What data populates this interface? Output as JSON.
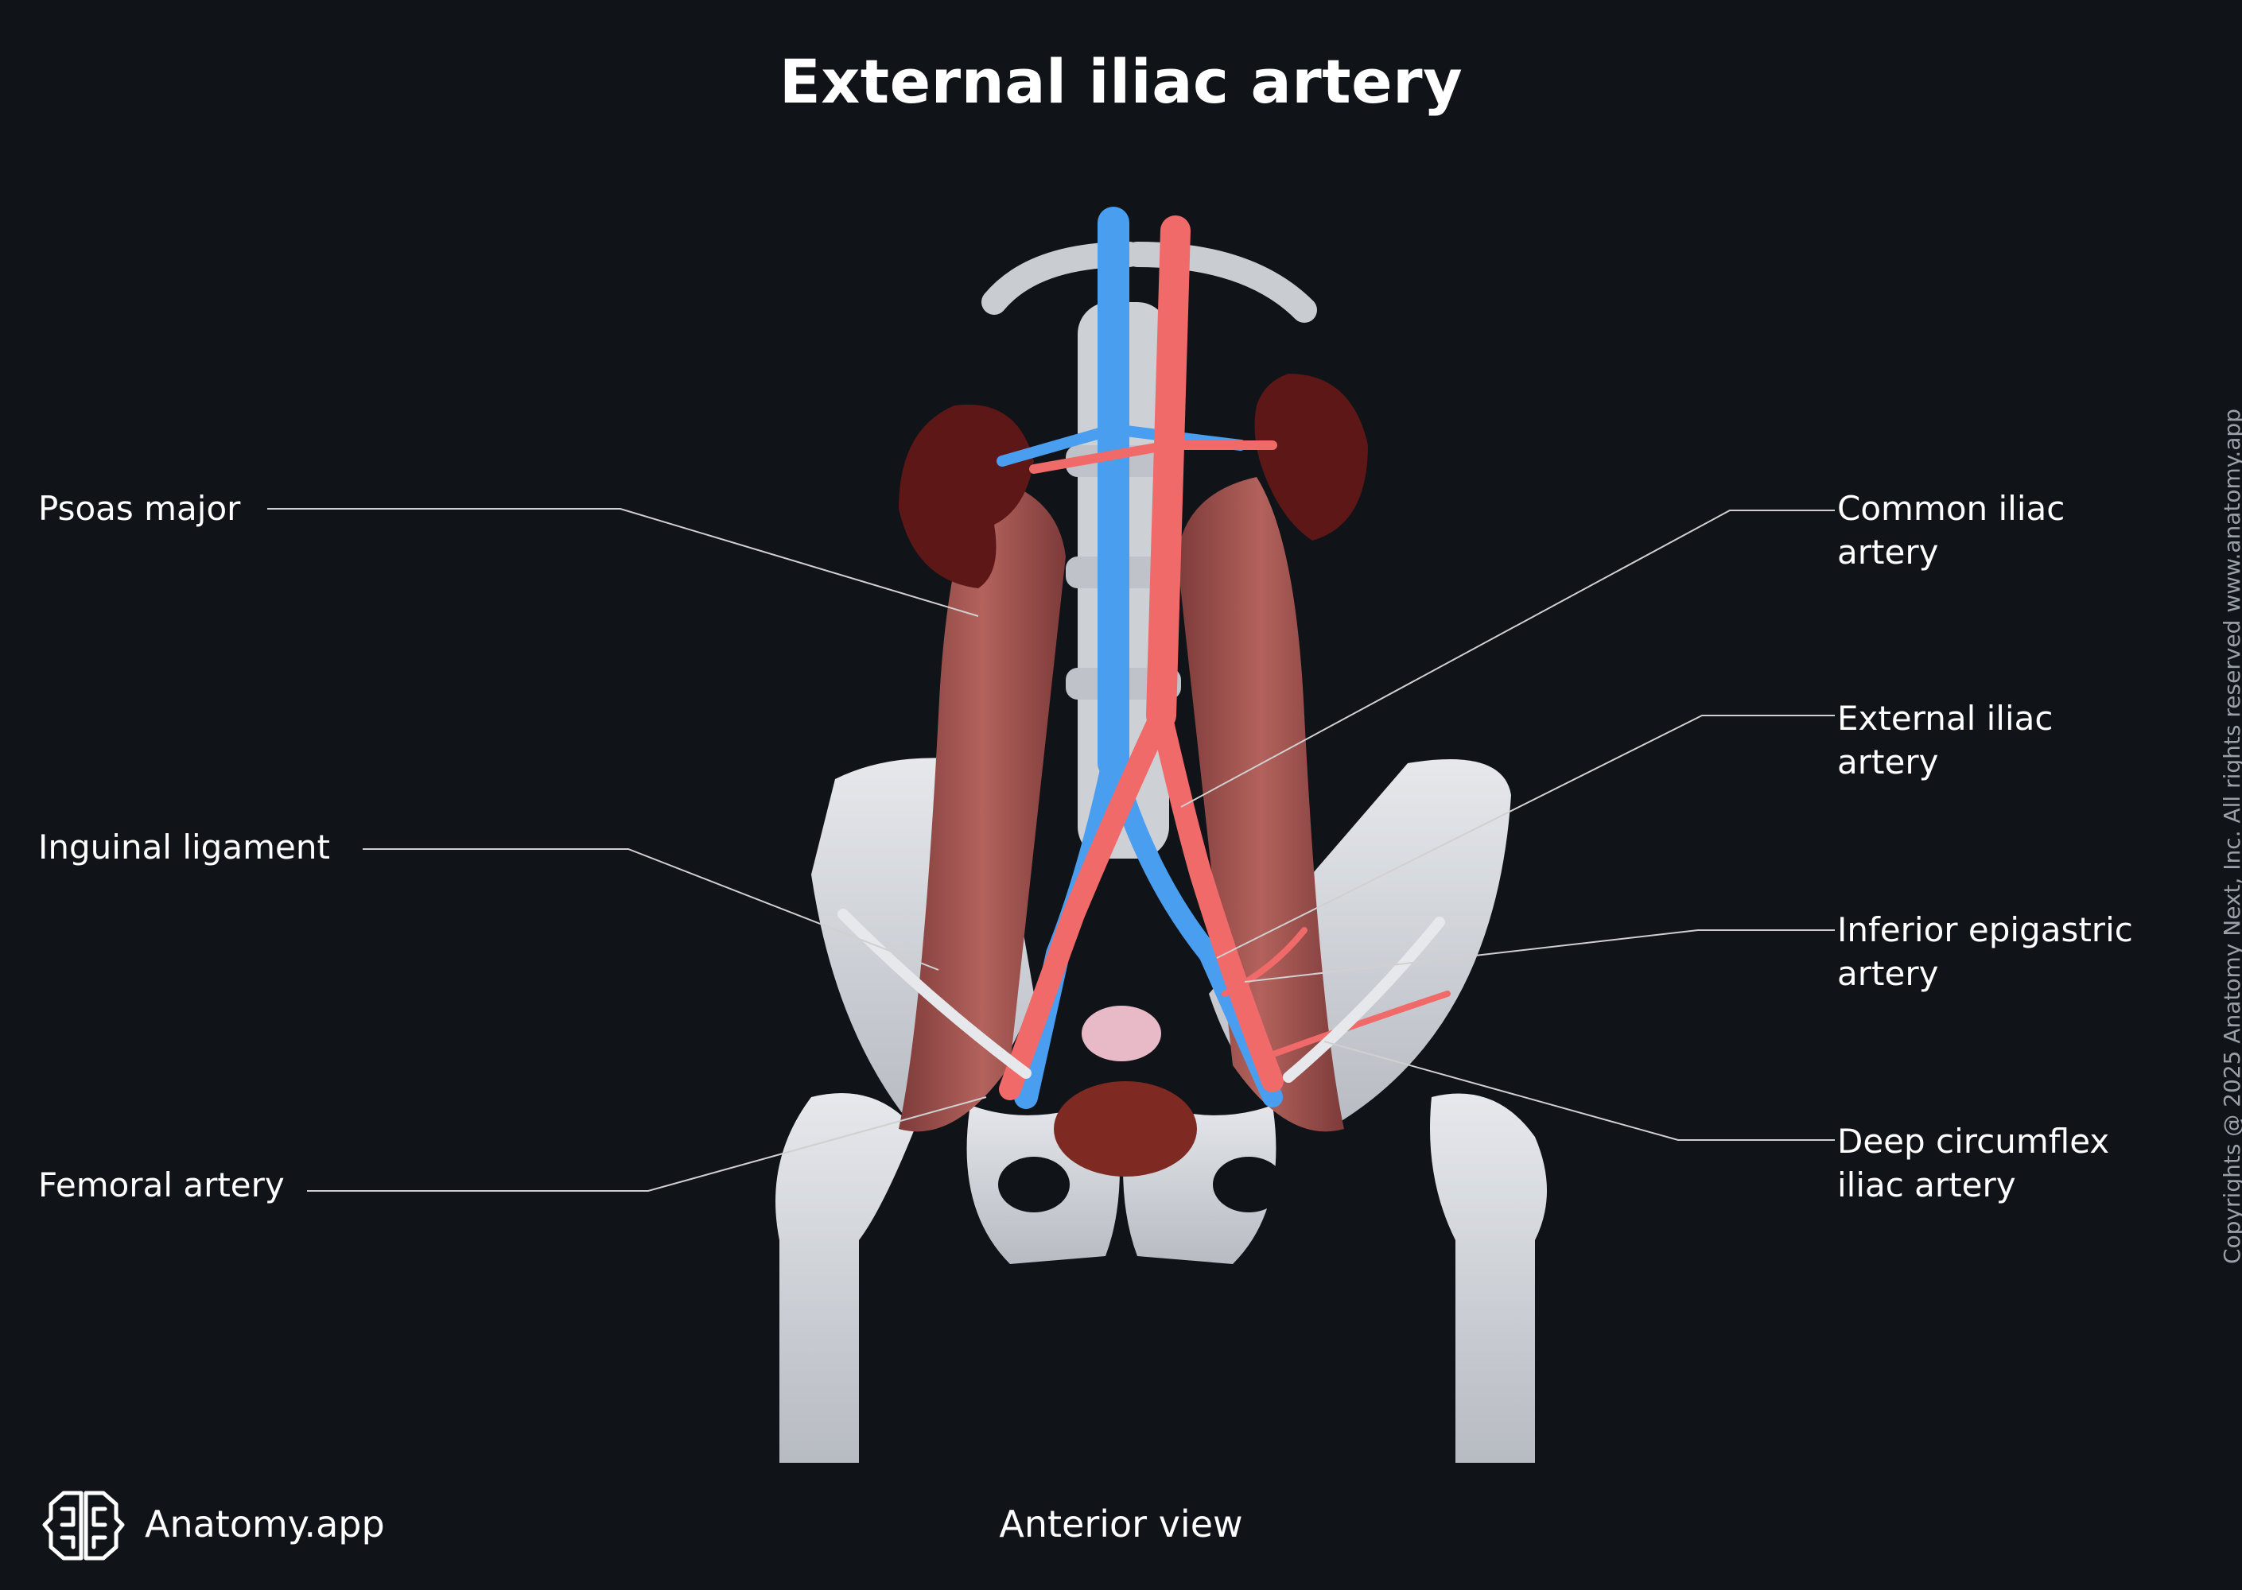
{
  "title": "External iliac artery",
  "view": "Anterior view",
  "brand": "Anatomy.app",
  "copyright": "Copyrights @ 2025 Anatomy Next, Inc. All rights reserved www.anatomy.app",
  "labels": {
    "psoas_major": "Psoas major",
    "inguinal_ligament": "Inguinal ligament",
    "femoral_artery": "Femoral artery",
    "common_iliac_line1": "Common iliac",
    "common_iliac_line2": "artery",
    "external_iliac_line1": "External iliac",
    "external_iliac_line2": "artery",
    "inferior_epigastric_line1": "Inferior epigastric",
    "inferior_epigastric_line2": "artery",
    "deep_circumflex_line1": "Deep circumflex",
    "deep_circumflex_line2": "iliac artery"
  },
  "colors": {
    "background": "#101318",
    "artery": "#f06a6a",
    "vein": "#4a9ef0",
    "bone": "#d8dade",
    "muscle": "#a0524f",
    "kidney": "#5c1716",
    "leader_line": "#d0d0d0"
  }
}
